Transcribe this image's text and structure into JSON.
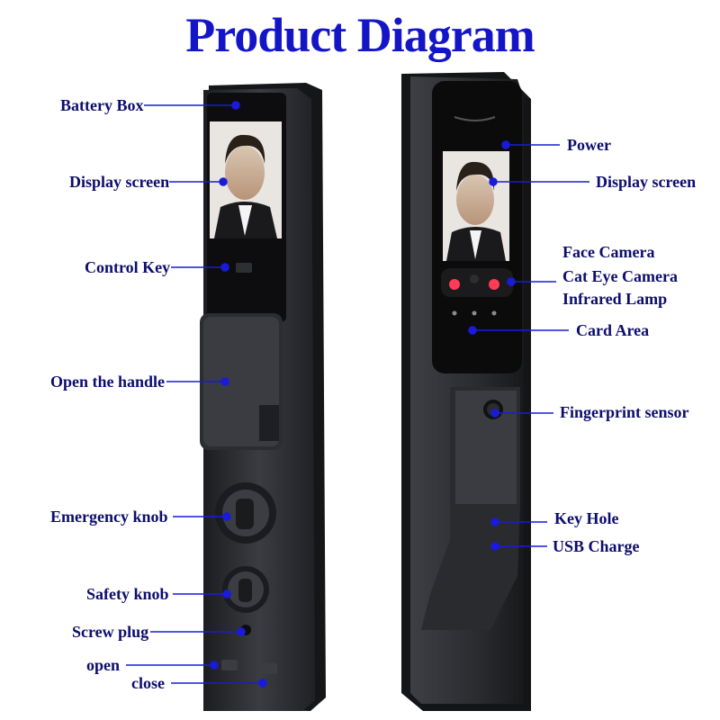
{
  "title": "Product Diagram",
  "colors": {
    "title": "#1515c8",
    "label": "#0d0d6e",
    "pointer": "#1a1adc",
    "lock_body": "#2b2d31"
  },
  "left_labels": {
    "battery_box": "Battery Box",
    "display_screen": "Display screen",
    "control_key": "Control Key",
    "open_handle": "Open the handle",
    "emergency_knob": "Emergency knob",
    "safety_knob": "Safety knob",
    "screw_plug": "Screw plug",
    "open": "open",
    "close": "close"
  },
  "right_labels": {
    "power": "Power",
    "display_screen": "Display screen",
    "face_camera": "Face Camera",
    "cat_eye_camera": "Cat Eye Camera",
    "infrared_lamp": "Infrared Lamp",
    "card_area": "Card Area",
    "fingerprint_sensor": "Fingerprint sensor",
    "key_hole": "Key Hole",
    "usb_charge": "USB Charge"
  }
}
